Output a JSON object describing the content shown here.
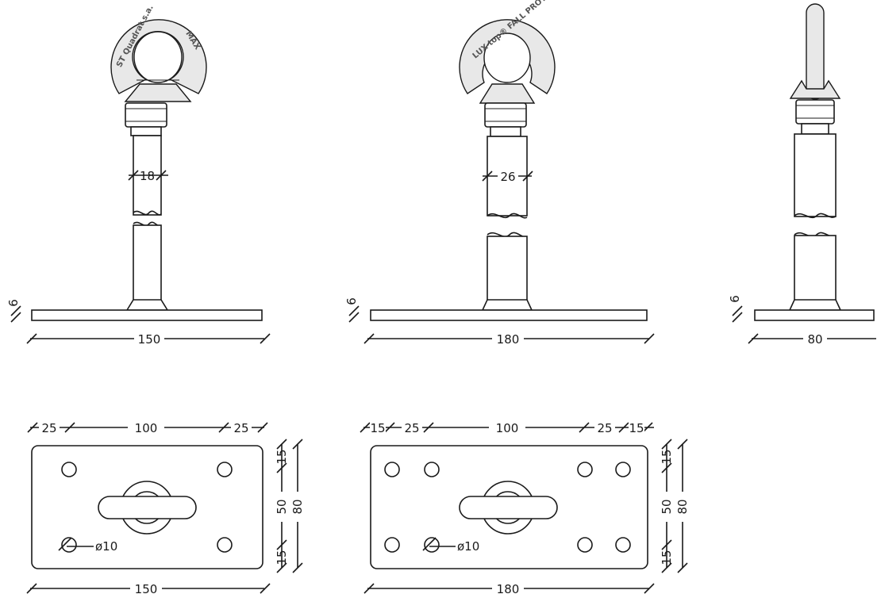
{
  "views": {
    "front_18": {
      "rod_dia": "18",
      "base_thk": "6",
      "base_len": "150",
      "stamp_left": "ST Quadrat s.a.",
      "stamp_right": "MAX"
    },
    "front_26": {
      "rod_dia": "26",
      "base_thk": "6",
      "base_len": "180",
      "stamp": "LUX-top® FALL PROTECTION"
    },
    "side": {
      "base_thk": "6",
      "base_len": "80"
    },
    "plan_150": {
      "dim_left": "25",
      "dim_mid": "100",
      "dim_right": "25",
      "hole": "ø10",
      "side_top": "15",
      "side_mid": "50",
      "side_bot": "15",
      "side_total": "80",
      "length": "150"
    },
    "plan_180": {
      "dim_e1": "15",
      "dim_left": "25",
      "dim_mid": "100",
      "dim_right": "25",
      "dim_e2": "15",
      "hole": "ø10",
      "side_top": "15",
      "side_mid": "50",
      "side_bot": "15",
      "side_total": "80",
      "length": "180"
    }
  }
}
